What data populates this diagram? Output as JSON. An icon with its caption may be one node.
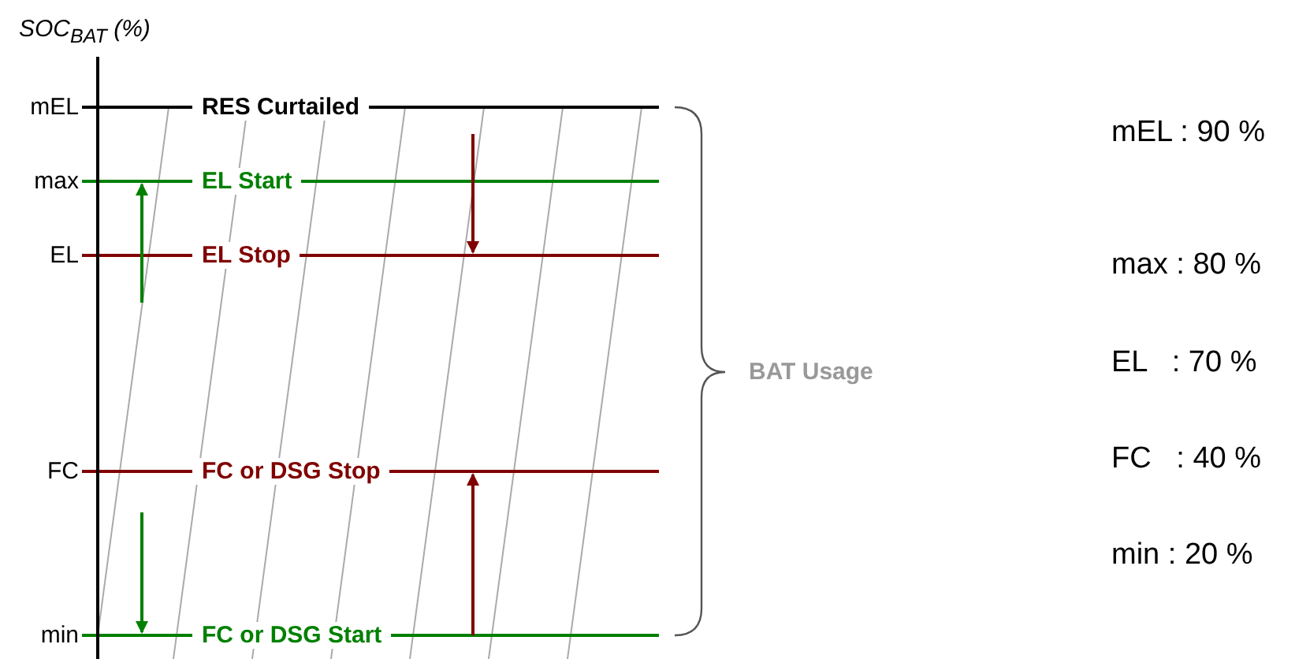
{
  "diagram": {
    "labels": [
      "SOC$_{BAT}$ (%)",
      "mEL",
      "max",
      "EL",
      "FC",
      "min",
      "RES Curtailed",
      "EL Start",
      "EL Stop",
      "FC or DSG Stop",
      "FC or DSG Start",
      "BAT Usage",
      "mEL : 90 %",
      "max : 80 %",
      "EL   : 70 %",
      "FC   : 40 %",
      "min : 20 %"
    ]
  }
}
